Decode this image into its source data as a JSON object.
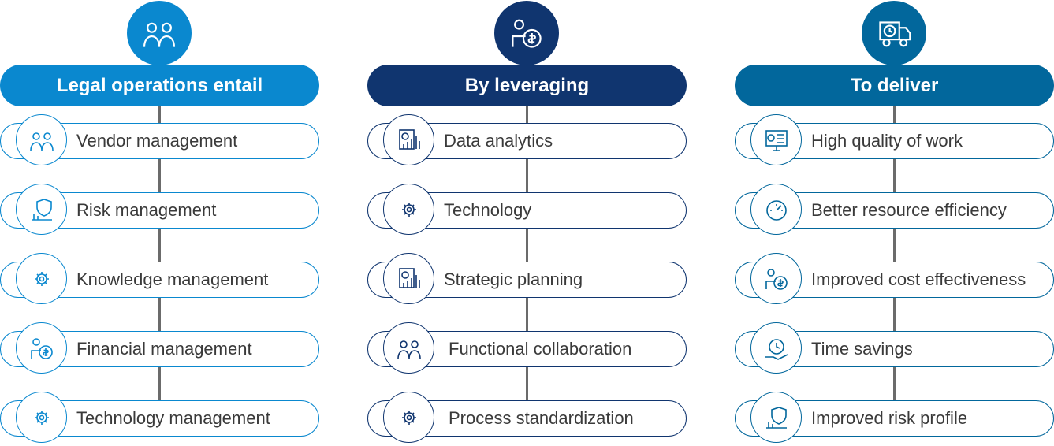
{
  "columns": [
    {
      "title": "Legal operations entail",
      "color": "#0a88cf",
      "icon": "team-gear-icon",
      "items": [
        {
          "label": "Vendor management",
          "icon": "org-chart-gear-icon"
        },
        {
          "label": "Risk management",
          "icon": "risk-hand-icon"
        },
        {
          "label": "Knowledge management",
          "icon": "head-gear-icon"
        },
        {
          "label": "Financial management",
          "icon": "person-dollar-icon"
        },
        {
          "label": "Technology management",
          "icon": "gear-circuit-icon"
        }
      ]
    },
    {
      "title": "By leveraging",
      "color": "#10356f",
      "icon": "presenter-dollar-chart-icon",
      "items": [
        {
          "label": "Data analytics",
          "icon": "document-chart-icon"
        },
        {
          "label": "Technology",
          "icon": "hands-lightbulb-icon"
        },
        {
          "label": "Strategic planning",
          "icon": "flowchart-icon"
        },
        {
          "label": "Functional collaboration",
          "icon": "people-cycle-icon"
        },
        {
          "label": "Process standardization",
          "icon": "gear-process-icon"
        }
      ]
    },
    {
      "title": "To deliver",
      "color": "#02679c",
      "icon": "delivery-truck-clock-icon",
      "items": [
        {
          "label": "High quality of work",
          "icon": "monitor-checklist-icon"
        },
        {
          "label": "Better resource efficiency",
          "icon": "speedometer-icon"
        },
        {
          "label": "Improved cost effectiveness",
          "icon": "coins-dollar-icon"
        },
        {
          "label": "Time savings",
          "icon": "hand-clock-icon"
        },
        {
          "label": "Improved risk profile",
          "icon": "shield-chart-icon"
        }
      ]
    }
  ],
  "connector_color": "#6b6b6b"
}
